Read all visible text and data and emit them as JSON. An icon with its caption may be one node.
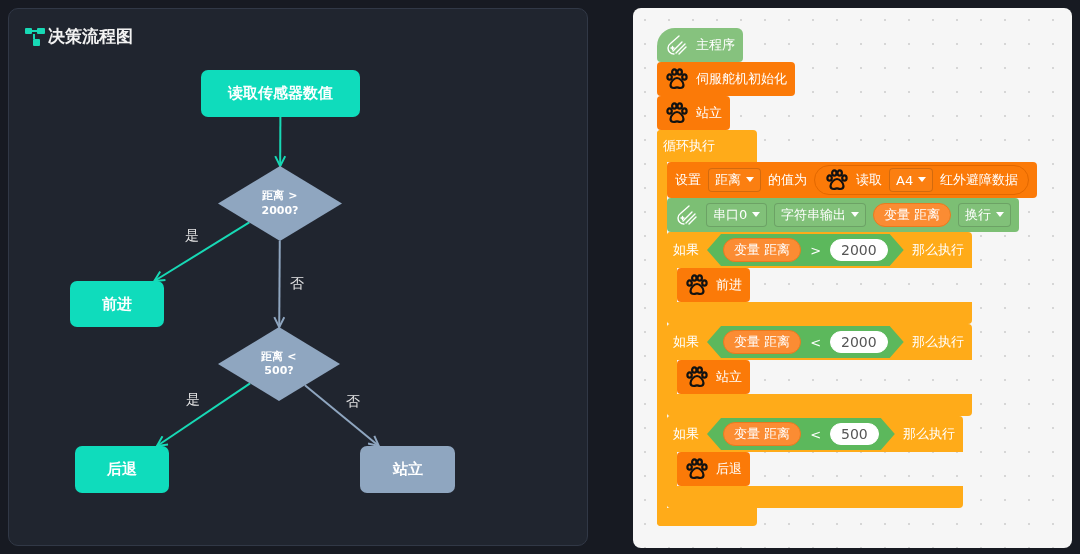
{
  "diagram": {
    "title": "决策流程图",
    "nodes": [
      {
        "text": [
          "读取传感器数值"
        ]
      },
      {
        "text": [
          "距离 > 2000?"
        ]
      },
      {
        "text": [
          "前进"
        ]
      },
      {
        "text": [
          "距离 < 500?"
        ]
      },
      {
        "text": [
          "后退"
        ]
      },
      {
        "text": [
          "站立"
        ]
      },
      {
        "text": [
          "主程序"
        ]
      },
      {
        "text": [
          "伺服舵机初始化"
        ]
      },
      {
        "text": [
          "站立"
        ]
      },
      {
        "text": [
          "循环执行"
        ]
      },
      {
        "text": [
          "设置",
          "的值为"
        ],
        "in": 9
      },
      {
        "text": [
          "距离"
        ],
        "in": 10
      },
      {
        "text": [
          "读取",
          "红外避障数据"
        ],
        "in": 10
      },
      {
        "text": [
          "A4"
        ],
        "in": 12
      },
      {
        "text": [],
        "shape": "box",
        "in": 9
      },
      {
        "text": [
          "串口0"
        ],
        "in": 14
      },
      {
        "text": [
          "字符串输出"
        ],
        "in": 14
      },
      {
        "text": [
          "变量 距离"
        ],
        "in": 14
      },
      {
        "text": [
          "换行"
        ],
        "in": 14
      },
      {
        "text": [
          "如果",
          "那么执行"
        ],
        "in": 9
      },
      {
        "text": [
          ">"
        ],
        "in": 19
      },
      {
        "text": [
          "变量 距离"
        ],
        "in": 20
      },
      {
        "text": [
          "2000"
        ],
        "in": 20
      },
      {
        "text": [
          "前进"
        ],
        "in": 19
      },
      {
        "text": [
          "如果",
          "那么执行"
        ],
        "in": 9
      },
      {
        "text": [
          "<"
        ],
        "in": 24
      },
      {
        "text": [
          "变量 距离"
        ],
        "in": 25
      },
      {
        "text": [
          "2000"
        ],
        "in": 25
      },
      {
        "text": [
          "站立"
        ],
        "in": 24
      },
      {
        "text": [
          "如果",
          "那么执行"
        ],
        "in": 9
      },
      {
        "text": [
          "<"
        ],
        "in": 29
      },
      {
        "text": [
          "变量 距离"
        ],
        "in": 30
      },
      {
        "text": [
          "500"
        ],
        "in": 30
      },
      {
        "text": [
          "后退"
        ],
        "in": 29
      }
    ],
    "edges": [
      {
        "from": 0,
        "to": 1,
        "arrow": "to"
      },
      {
        "from": 1,
        "to": 2,
        "arrow": "to",
        "label": "是"
      },
      {
        "from": 1,
        "to": 3,
        "arrow": "to",
        "label": "否",
        "color": "#8fa6c0"
      },
      {
        "from": 3,
        "to": 4,
        "arrow": "to",
        "label": "是"
      },
      {
        "from": 3,
        "to": 5,
        "arrow": "to",
        "label": "否",
        "color": "#8fa6c0"
      }
    ]
  }
}
